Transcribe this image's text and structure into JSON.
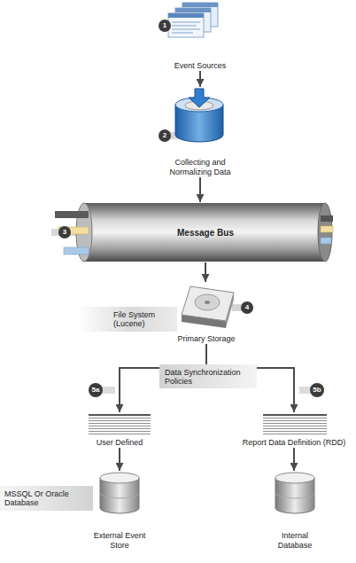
{
  "diagram": {
    "nodes": [
      {
        "text": [
          "Event Sources"
        ]
      },
      {
        "text": [
          "Collecting and Normalizing Data"
        ]
      },
      {
        "text": [
          "Message Bus"
        ]
      },
      {
        "text": [
          "Primary Storage"
        ]
      },
      {
        "text": [
          "User Defined"
        ]
      },
      {
        "text": [
          "Report Data Definition (RDD)"
        ]
      },
      {
        "text": [
          "External Event Store"
        ]
      },
      {
        "text": [
          "Internal Database"
        ]
      }
    ],
    "edges": [
      {
        "from": 0,
        "to": 1,
        "arrow": "to"
      },
      {
        "from": 1,
        "to": 2,
        "arrow": "to"
      },
      {
        "from": 2,
        "to": 3,
        "arrow": "to"
      },
      {
        "from": 3,
        "to": 4,
        "arrow": "to"
      },
      {
        "from": 3,
        "to": 5,
        "arrow": "to"
      },
      {
        "from": 4,
        "to": 6,
        "arrow": "to"
      },
      {
        "from": 5,
        "to": 7,
        "arrow": "to"
      }
    ],
    "labels": [
      "1",
      "2",
      "3",
      "4",
      "File System (Lucene)",
      "5a",
      "5b",
      "Data Synchronization Policies",
      "MSSQL Or Oracle Database"
    ]
  }
}
